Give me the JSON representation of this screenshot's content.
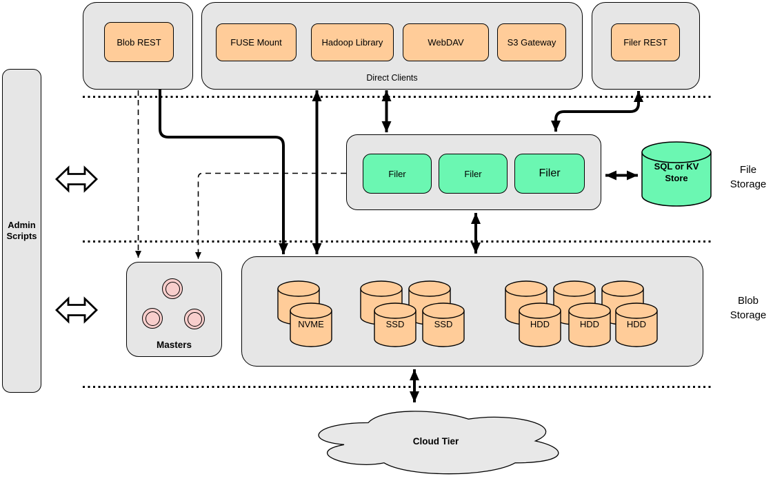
{
  "colors": {
    "container_grey": "#E6E6E6",
    "box_orange": "#FFCC99",
    "box_green": "#6BF7B2",
    "circle_pink": "#F8CECC",
    "line_black": "#000000"
  },
  "admin": {
    "label": "Admin Scripts"
  },
  "blob_rest_group": {
    "items": [
      {
        "label": "Blob REST"
      }
    ]
  },
  "direct_clients": {
    "caption": "Direct Clients",
    "items": [
      {
        "label": "FUSE Mount"
      },
      {
        "label": "Hadoop Library"
      },
      {
        "label": "WebDAV"
      },
      {
        "label": "S3 Gateway"
      }
    ]
  },
  "filer_rest_group": {
    "items": [
      {
        "label": "Filer REST"
      }
    ]
  },
  "file_storage": {
    "tier_label": "File Storage",
    "filers": [
      {
        "label": "Filer"
      },
      {
        "label": "Filer"
      },
      {
        "label": "Filer"
      }
    ],
    "metadata_store": {
      "label": "SQL or KV Store"
    }
  },
  "blob_storage": {
    "tier_label": "Blob Storage",
    "masters": {
      "label": "Masters"
    },
    "volume_groups": {
      "nvme": [
        "NVME"
      ],
      "ssd": [
        "SSD",
        "SSD"
      ],
      "hdd": [
        "HDD",
        "HDD",
        "HDD"
      ]
    }
  },
  "cloud": {
    "label": "Cloud Tier"
  }
}
